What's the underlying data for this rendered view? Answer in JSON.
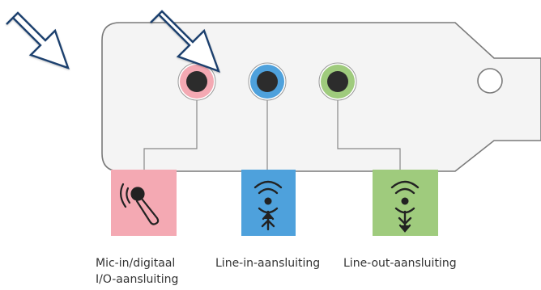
{
  "colors": {
    "bracket_fill": "#f4f4f4",
    "bracket_stroke": "#7a7a7a",
    "arrow_fill": "#ffffff",
    "arrow_stroke": "#1b3f6e",
    "leader_line": "#888888",
    "jack_core": "#2c2c2c",
    "mic_color": "#f4a9b3",
    "line_in_color": "#4ea1dc",
    "line_out_color": "#9fcb7d",
    "mic_box": "#f4a9b3",
    "line_in_box": "#4ea1dc",
    "line_out_box": "#9fcb7d"
  },
  "ports": [
    {
      "id": "mic",
      "label": "Mic-in/digitaal\nI/O-aansluiting",
      "icon": "microphone-icon"
    },
    {
      "id": "line-in",
      "label": "Line-in-aansluiting",
      "icon": "line-in-wave-icon"
    },
    {
      "id": "line-out",
      "label": "Line-out-aansluiting",
      "icon": "line-out-wave-icon"
    }
  ],
  "arrows": [
    "pointer-arrow-left-icon",
    "pointer-arrow-mic-icon"
  ]
}
